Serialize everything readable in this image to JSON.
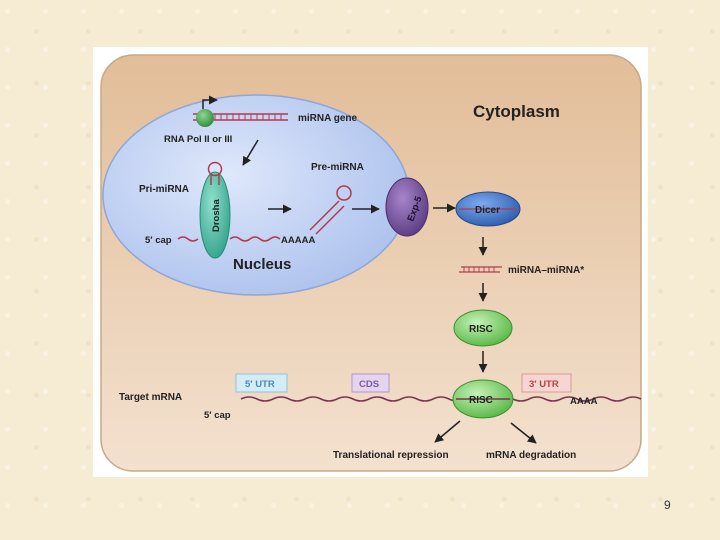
{
  "diagram": {
    "cytoplasm_label": "Cytoplasm",
    "nucleus_label": "Nucleus",
    "mirna_gene_label": "miRNA gene",
    "rna_pol_label": "RNA Pol II or III",
    "pri_mirna_label": "Pri-miRNA",
    "pre_mirna_label": "Pre-miRNA",
    "drosha_label": "Drosha",
    "five_cap_label": "5′ cap",
    "polya_label": "AAAAA",
    "exportin_label": "Exp-5",
    "dicer_label": "Dicer",
    "duplex_label": "miRNA–miRNA*",
    "risc_label": "RISC",
    "risc_bound_label": "RISC",
    "target_mrna_label": "Target mRNA",
    "utr5_label": "5′ UTR",
    "cds_label": "CDS",
    "utr3_label": "3′ UTR",
    "target_cap_label": "5′ cap",
    "target_polya_label": "AAAA",
    "repression_label": "Translational repression",
    "degradation_label": "mRNA degradation"
  },
  "colors": {
    "cell": "#e9cba7",
    "nucleus": "#c7d6f4",
    "drosha": "#4fc0a8",
    "exportin": "#7f5aa6",
    "dicer": "#3d75c8",
    "risc": "#7fd36a",
    "polymerase": "#3fa04a",
    "utr5_box": "#d4ecf6",
    "cds_box": "#e4d4ef",
    "utr3_box": "#f6d5d2"
  },
  "page": {
    "number": "9"
  }
}
